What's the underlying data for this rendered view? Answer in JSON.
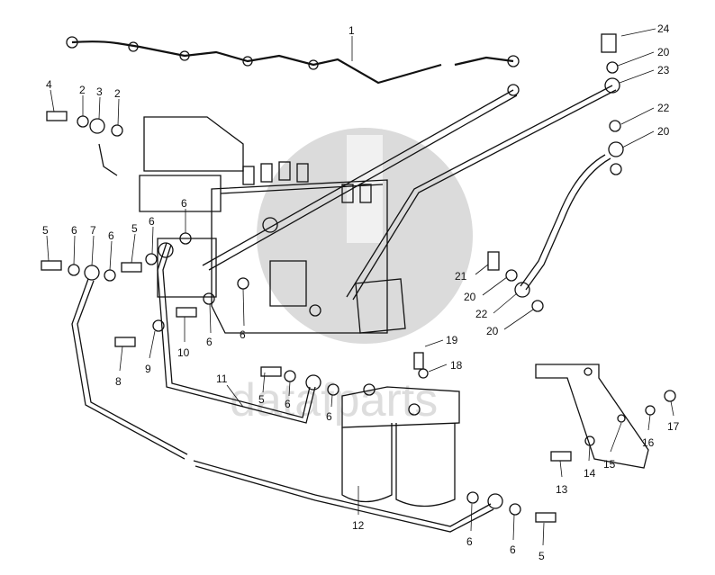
{
  "watermark": {
    "text": "datafparts"
  },
  "callouts": [
    {
      "label": "1"
    },
    {
      "label": "24"
    },
    {
      "label": "20"
    },
    {
      "label": "23"
    },
    {
      "label": "4"
    },
    {
      "label": "2"
    },
    {
      "label": "3"
    },
    {
      "label": "2"
    },
    {
      "label": "22"
    },
    {
      "label": "20"
    },
    {
      "label": "5"
    },
    {
      "label": "6"
    },
    {
      "label": "7"
    },
    {
      "label": "6"
    },
    {
      "label": "5"
    },
    {
      "label": "6"
    },
    {
      "label": "6"
    },
    {
      "label": "21"
    },
    {
      "label": "20"
    },
    {
      "label": "22"
    },
    {
      "label": "20"
    },
    {
      "label": "8"
    },
    {
      "label": "9"
    },
    {
      "label": "10"
    },
    {
      "label": "6"
    },
    {
      "label": "6"
    },
    {
      "label": "19"
    },
    {
      "label": "18"
    },
    {
      "label": "11"
    },
    {
      "label": "5"
    },
    {
      "label": "6"
    },
    {
      "label": "6"
    },
    {
      "label": "17"
    },
    {
      "label": "16"
    },
    {
      "label": "15"
    },
    {
      "label": "14"
    },
    {
      "label": "13"
    },
    {
      "label": "12"
    },
    {
      "label": "6"
    },
    {
      "label": "6"
    },
    {
      "label": "5"
    }
  ]
}
